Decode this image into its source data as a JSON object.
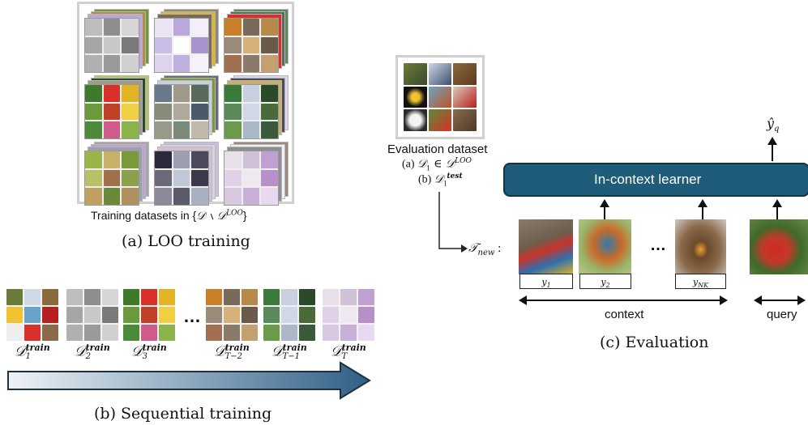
{
  "colors": {
    "learner_fill": "#1f5c7a",
    "learner_border": "#0e3447",
    "arrow_gradient_start": "#eef3f7",
    "arrow_gradient_end": "#2f5f86",
    "frame_border": "#d0d0d0"
  },
  "training": {
    "caption_prefix": "Training datasets in {",
    "caption_math": "𝒟 ∖ 𝒟",
    "caption_sup": "LOO",
    "caption_suffix": "}",
    "subfigure_caption": "(a) LOO training"
  },
  "sequential": {
    "tiles": [
      {
        "base": "𝒟",
        "sub": "1",
        "sup": "train"
      },
      {
        "base": "𝒟",
        "sub": "2",
        "sup": "train"
      },
      {
        "base": "𝒟",
        "sub": "3",
        "sup": "train"
      },
      {
        "base": "𝒟",
        "sub": "T−2",
        "sup": "train"
      },
      {
        "base": "𝒟",
        "sub": "T−1",
        "sup": "train"
      },
      {
        "base": "𝒟",
        "sub": "T",
        "sup": "train"
      }
    ],
    "ellipsis": "…",
    "subfigure_caption": "(b) Sequential training"
  },
  "evaluation": {
    "dataset_title": "Evaluation dataset",
    "line_a_prefix": "(a) ",
    "line_a_math": "𝒟",
    "line_a_sub": "1",
    "line_a_mid": " ∈ 𝒟",
    "line_a_sup": "LOO",
    "line_b_prefix": "(b) ",
    "line_b_math": "𝒟",
    "line_b_sub": "1",
    "line_b_sup": "test",
    "task_math": "𝒯",
    "task_sub": "new",
    "task_colon": " :",
    "learner_label": "In-context learner",
    "output_base": "ŷ",
    "output_sub": "q",
    "context_labels": [
      {
        "base": "y",
        "sub": "1"
      },
      {
        "base": "y",
        "sub": "2"
      },
      {
        "base": "y",
        "sub": "NK"
      }
    ],
    "ellipsis": "…",
    "context_label": "context",
    "query_label": "query",
    "subfigure_caption": "(c) Evaluation"
  }
}
